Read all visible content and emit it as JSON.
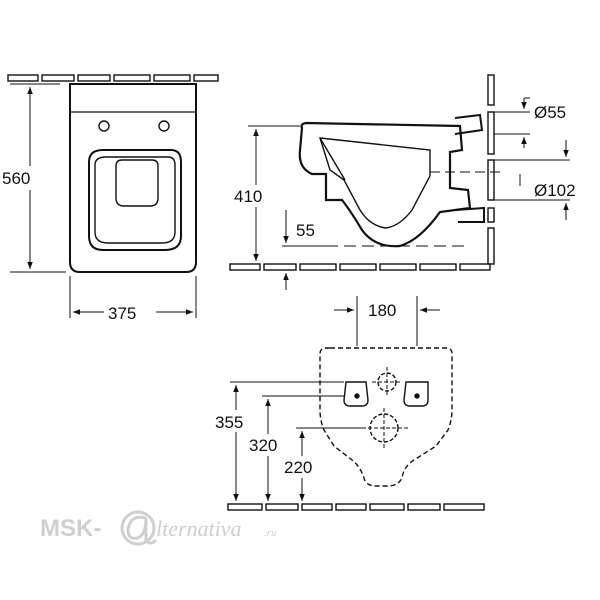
{
  "dimensions": {
    "height": "560",
    "width": "375",
    "seat_height": "410",
    "floor_offset": "55",
    "outlet_diameter": "Ø55",
    "flush_diameter": "Ø102",
    "bolt_spacing": "180",
    "dist_355": "355",
    "dist_320": "320",
    "dist_220": "220"
  },
  "watermark": {
    "left": "MSK-",
    "script": "lternativa",
    "suffix": ".ru"
  }
}
